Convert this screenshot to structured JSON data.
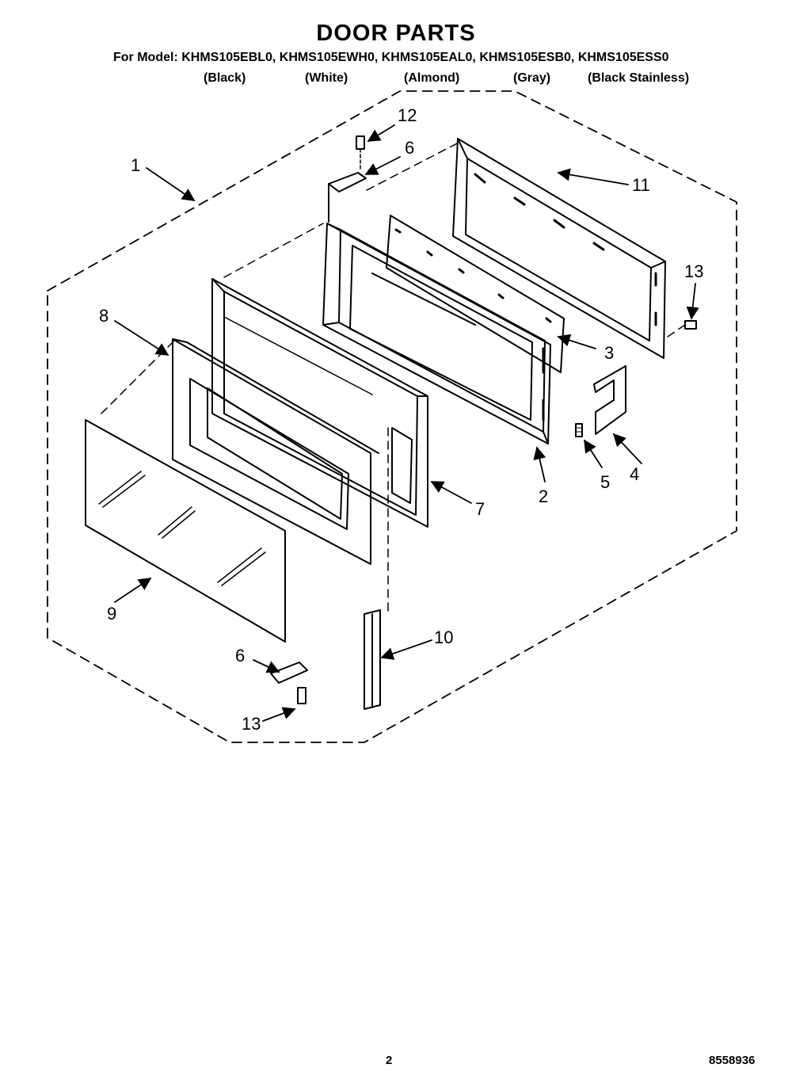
{
  "header": {
    "title": "DOOR PARTS",
    "models": "For Model: KHMS105EBL0, KHMS105EWH0, KHMS105EAL0, KHMS105ESB0, KHMS105ESS0",
    "variants": [
      "(Black)",
      "(White)",
      "(Almond)",
      "(Gray)",
      "(Black Stainless)"
    ]
  },
  "callouts": {
    "c1": "1",
    "c2": "2",
    "c3": "3",
    "c4": "4",
    "c5": "5",
    "c6a": "6",
    "c6b": "6",
    "c7": "7",
    "c8": "8",
    "c9": "9",
    "c10": "10",
    "c11": "11",
    "c12": "12",
    "c13a": "13",
    "c13b": "13"
  },
  "footer": {
    "page": "2",
    "code": "8558936"
  }
}
